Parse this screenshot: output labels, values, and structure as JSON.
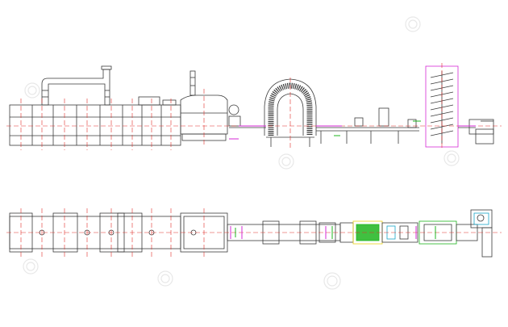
{
  "drawing": {
    "views": [
      {
        "id": "elevation",
        "name": "side-elevation-view"
      },
      {
        "id": "plan",
        "name": "top-plan-view"
      }
    ],
    "colors": {
      "background": "#ffffff",
      "line": "#3a3a3a",
      "centerline": "#e0302a",
      "magenta": "#d42ad4",
      "green": "#1fb51f",
      "cyan": "#1aa6c8",
      "yellow": "#e8d21a",
      "watermark": "#e6e6e6"
    },
    "watermark_icon": "logo-watermark-icon"
  }
}
